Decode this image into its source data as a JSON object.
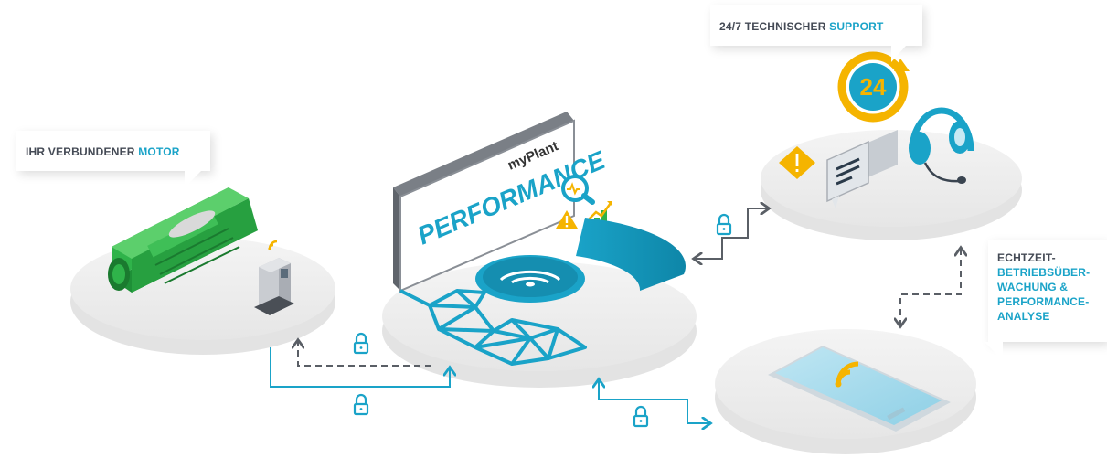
{
  "callouts": {
    "motor": {
      "prefix": "IHR VERBUNDENER ",
      "highlight": "MOTOR"
    },
    "support": {
      "prefix": "24/7 TECHNISCHER ",
      "highlight": "SUPPORT"
    },
    "monitoring": {
      "lines": [
        "ECHTZEIT-",
        "BETRIEBSÜBER-",
        "WACHUNG &",
        "PERFORMANCE-",
        "ANALYSE"
      ]
    }
  },
  "monitor": {
    "brand": "myPlant",
    "product": "PERFORMANCE"
  },
  "support_badge": "24",
  "colors": {
    "accent": "#1aa3c8",
    "motor_green": "#2fb34a",
    "warning": "#f5b400",
    "text_dark": "#444a55",
    "platform": "#eeeeee"
  },
  "icons": [
    "lock-icon",
    "warning-icon",
    "headset-icon",
    "chat-icon",
    "wifi-icon",
    "magnifier-icon",
    "growth-chart-icon"
  ]
}
